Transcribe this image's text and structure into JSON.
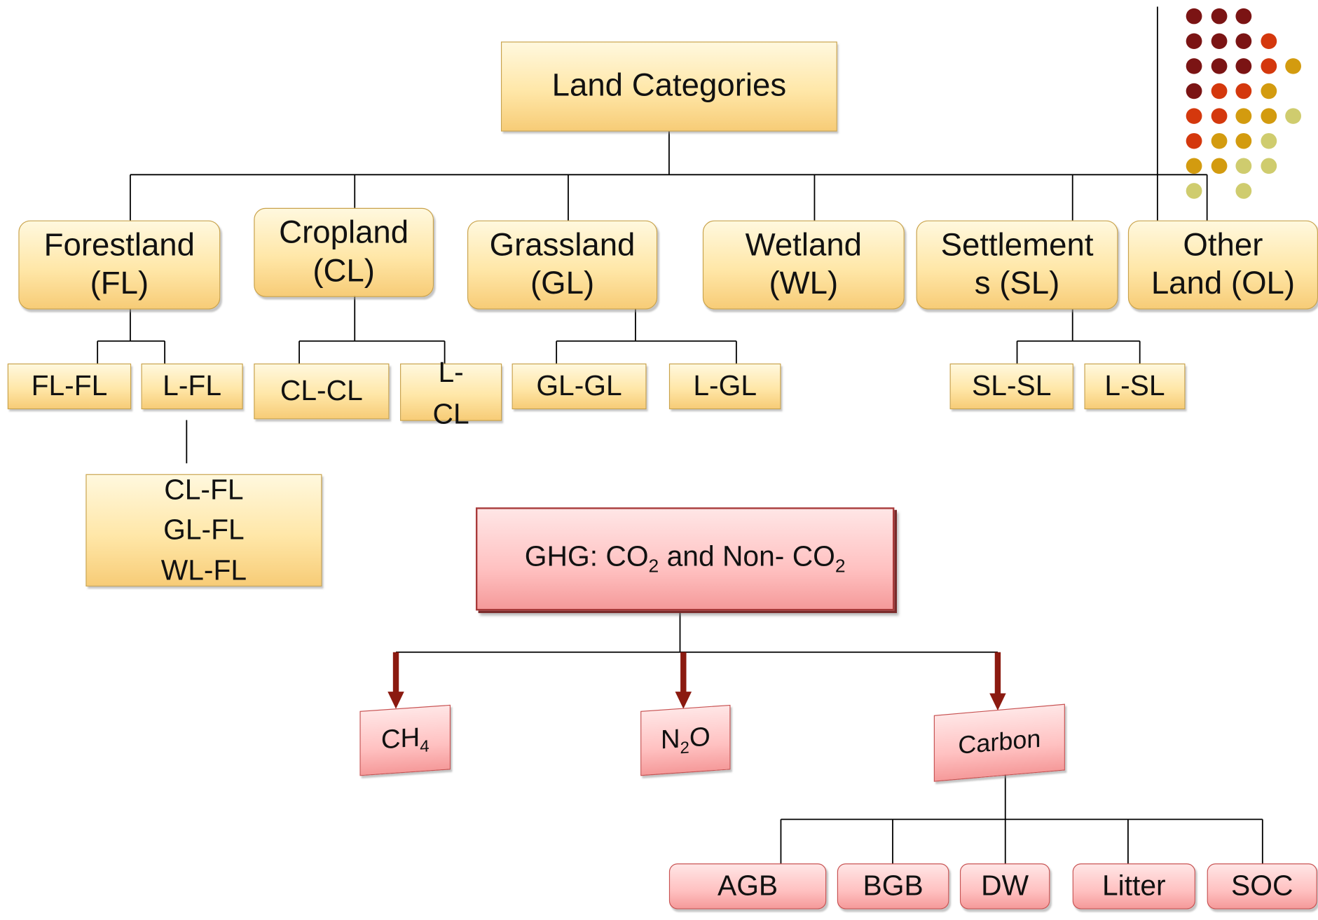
{
  "land": {
    "root": "Land Categories",
    "categories": [
      {
        "line1": "Forestland",
        "line2": "(FL)"
      },
      {
        "line1": "Cropland",
        "line2": "(CL)"
      },
      {
        "line1": "Grassland",
        "line2": "(GL)"
      },
      {
        "line1": "Wetland",
        "line2": "(WL)"
      },
      {
        "line1": "Settlement",
        "line2": "s (SL)"
      },
      {
        "line1": "Other",
        "line2": "Land (OL)"
      }
    ],
    "sub": {
      "fl_fl": "FL-FL",
      "l_fl": "L-FL",
      "cl_cl": "CL-CL",
      "l_cl_1": "L-",
      "l_cl_2": "CL",
      "gl_gl": "GL-GL",
      "l_gl": "L-GL",
      "sl_sl": "SL-SL",
      "l_sl": "L-SL"
    },
    "conversions": [
      "CL-FL",
      "GL-FL",
      "WL-FL"
    ]
  },
  "ghg": {
    "prefix": "GHG: CO",
    "sub1": "2",
    "middle": " and Non- CO",
    "sub2": "2",
    "ch4": {
      "base": "CH",
      "sub": "4"
    },
    "n2o": {
      "base": "N",
      "sub": "2",
      "tail": "O"
    },
    "carbon": "Carbon",
    "pools": [
      "AGB",
      "BGB",
      "DW",
      "Litter",
      "SOC"
    ]
  },
  "colors": {
    "dark_red": "#7b1414",
    "orange_red": "#d4380d",
    "gold": "#d39b0f",
    "olive_yellow": "#cfcc6e",
    "arrow": "#8b1a10"
  }
}
